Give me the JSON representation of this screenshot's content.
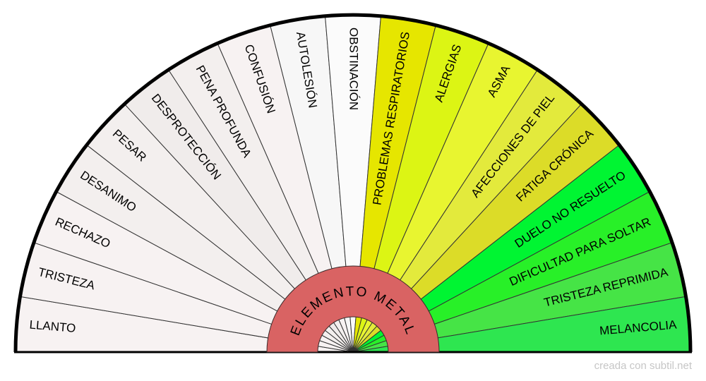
{
  "diagram": {
    "hub_label": "ELEMENTO METAL",
    "hub_color": "#d96363",
    "segments": [
      {
        "label": "LLANTO",
        "color": "#f7f2f2"
      },
      {
        "label": "TRISTEZA",
        "color": "#f7f2f2"
      },
      {
        "label": "RECHAZO",
        "color": "#f7f2f2"
      },
      {
        "label": "DESANIMO",
        "color": "#f3efee"
      },
      {
        "label": "PESAR",
        "color": "#f3efee"
      },
      {
        "label": "DESPROTECCIÓN",
        "color": "#f0eceb"
      },
      {
        "label": "PENA PROFUNDA",
        "color": "#f3efee"
      },
      {
        "label": "CONFUSIÓN",
        "color": "#f7f2f2"
      },
      {
        "label": "AUTOLESIÓN",
        "color": "#f7f7f7"
      },
      {
        "label": "OBSTINACIÓN",
        "color": "#fbfbfb"
      },
      {
        "label": "PROBLEMAS RESPIRATORIOS",
        "color": "#e6e600"
      },
      {
        "label": "ALERGIAS",
        "color": "#dcf514"
      },
      {
        "label": "ASMA",
        "color": "#e8f530"
      },
      {
        "label": "AFECCIONES DE PIEL",
        "color": "#e3ea3c"
      },
      {
        "label": "FATIGA CRÓNICA",
        "color": "#dcdc28"
      },
      {
        "label": "DUELO NO RESUELTO",
        "color": "#00f532"
      },
      {
        "label": "DIFICULTAD PARA SOLTAR",
        "color": "#28f028"
      },
      {
        "label": "TRISTEZA REPRIMIDA",
        "color": "#46e446"
      },
      {
        "label": "MELANCOLIA",
        "color": "#2ee650"
      }
    ]
  },
  "watermark": "creada con subtil.net"
}
